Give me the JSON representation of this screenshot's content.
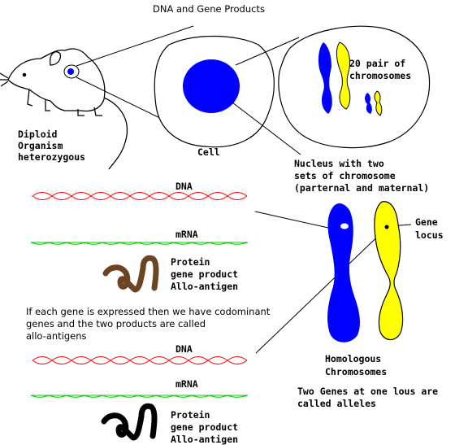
{
  "title": "DNA and Gene Products",
  "organism": {
    "line1": "Diploid",
    "line2": "Organism",
    "line3": "heterozygous"
  },
  "cell_label": "Cell",
  "nucleus": {
    "pairs_line1": "20 pair of",
    "pairs_line2": "chromosomes",
    "caption_line1": "Nucleus with two",
    "caption_line2": "sets of chromosome",
    "caption_line3": "(parternal and maternal)"
  },
  "gene1": {
    "dna_label": "DNA",
    "mrna_label": "mRNA",
    "protein_line1": "Protein",
    "protein_line2": "gene product",
    "protein_line3": "Allo-antigen"
  },
  "codominant": {
    "line1": "If each gene is expressed then we have codominant",
    "line2": "genes and the two products are called",
    "line3": "allo-antigens"
  },
  "gene2": {
    "dna_label": "DNA",
    "mrna_label": "mRNA",
    "protein_line1": "Protein",
    "protein_line2": "gene product",
    "protein_line3": "Allo-antigen"
  },
  "locus": {
    "line1": "Gene",
    "line2": "locus"
  },
  "homologous": {
    "line1": "Homologous",
    "line2": "Chromosomes"
  },
  "alleles": {
    "line1": "Two Genes at one lous are",
    "line2": "called alleles"
  },
  "colors": {
    "chromosome_blue": "#0000ff",
    "chromosome_yellow": "#ffff00",
    "dna_red": "#ff0000",
    "mrna_green": "#00cc00",
    "protein_brown": "#6b4423",
    "protein_black": "#000000"
  }
}
